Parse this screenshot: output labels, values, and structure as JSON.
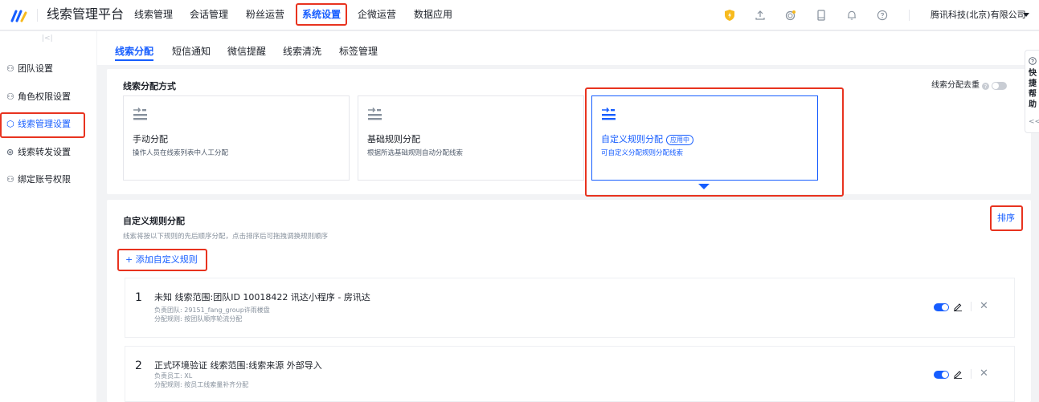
{
  "app": {
    "title": "线索管理平台",
    "company": "腾讯科技(北京)有限公司"
  },
  "topnav": [
    {
      "label": "线索管理"
    },
    {
      "label": "会话管理"
    },
    {
      "label": "粉丝运营"
    },
    {
      "label": "系统设置"
    },
    {
      "label": "企微运营"
    },
    {
      "label": "数据应用"
    }
  ],
  "topnav_active": "系统设置",
  "sidebar": {
    "collapse_glyph": "|<|",
    "items": [
      {
        "label": "团队设置",
        "icon": "user-icon"
      },
      {
        "label": "角色权限设置",
        "icon": "role-icon"
      },
      {
        "label": "线索管理设置",
        "icon": "cube-icon"
      },
      {
        "label": "线索转发设置",
        "icon": "forward-icon"
      },
      {
        "label": "绑定账号权限",
        "icon": "bind-user-icon"
      }
    ],
    "active": "线索管理设置"
  },
  "tabs": [
    {
      "label": "线索分配"
    },
    {
      "label": "短信通知"
    },
    {
      "label": "微信提醒"
    },
    {
      "label": "线索清洗"
    },
    {
      "label": "标签管理"
    }
  ],
  "tabs_active": "线索分配",
  "distribution": {
    "title": "线索分配方式",
    "dedupe_label": "线索分配去重",
    "dedupe_enabled": false,
    "methods": [
      {
        "name": "手动分配",
        "desc": "操作人员在线索列表中人工分配",
        "selected": false
      },
      {
        "name": "基础规则分配",
        "desc": "根据所选基础规则自动分配线索",
        "selected": false
      },
      {
        "name": "自定义规则分配",
        "desc": "可自定义分配规则分配线索",
        "selected": true,
        "badge": "应用中"
      }
    ]
  },
  "custom_rules": {
    "title": "自定义规则分配",
    "subtitle": "线索将按以下规则的先后顺序分配，点击排序后可拖拽调换规则顺序",
    "sort_label": "排序",
    "add_label": "+ 添加自定义规则",
    "rules": [
      {
        "index": "1",
        "title": "未知 线索范围:团队ID 10018422 讯达小程序 - 房讯达",
        "line1": "负责团队: 29151_fang_group许雨楼盘",
        "line2": "分配规则: 按团队顺序轮流分配",
        "enabled": true
      },
      {
        "index": "2",
        "title": "正式环境验证 线索范围:线索来源 外部导入",
        "line1": "负责员工: XL",
        "line2": "分配规则: 按员工线索量补齐分配",
        "enabled": true
      }
    ]
  },
  "help": {
    "label": "快捷帮助",
    "collapse_glyph": "<<"
  },
  "colors": {
    "primary": "#165dff",
    "highlight": "#e8331f",
    "shield": "#f7ba1e"
  },
  "icons": [
    "logo-icon",
    "shield-icon",
    "upload-icon",
    "coin-icon",
    "tablet-icon",
    "bell-icon",
    "help-circle-icon",
    "chevron-down-icon",
    "transfer-icon",
    "edit-icon",
    "close-icon",
    "caret-down-icon",
    "question-icon"
  ]
}
